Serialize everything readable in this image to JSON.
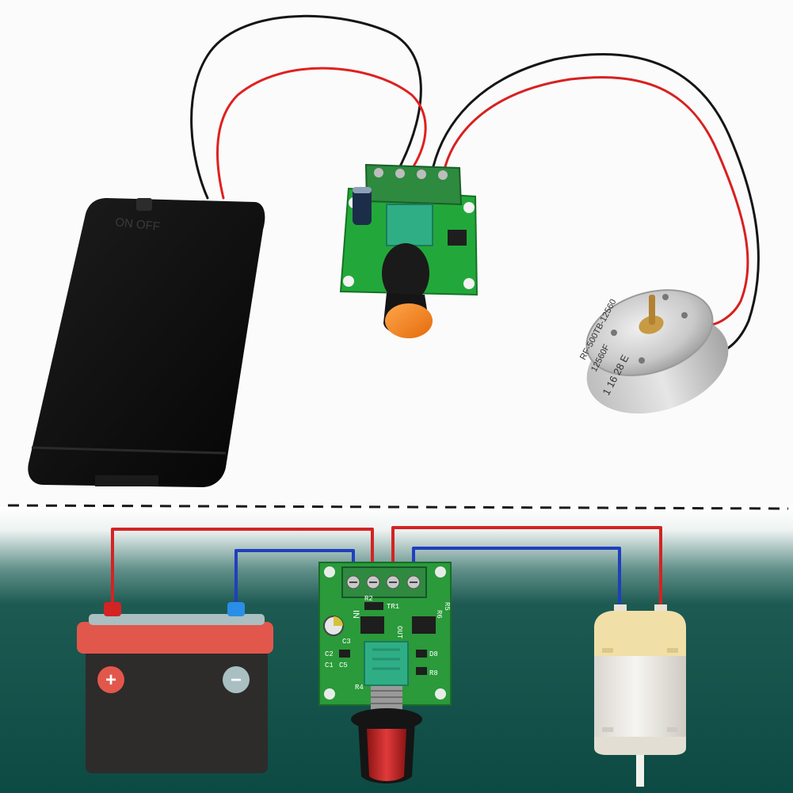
{
  "photo": {
    "battery_case_switch_text": "ON  OFF",
    "motor_label_line1": "RF-500TB-12560",
    "motor_label_line2": "12560F",
    "motor_label_line3": "1 16 28 E"
  },
  "diagram": {
    "battery_plus_symbol": "+",
    "battery_minus_symbol": "−",
    "board_in_label": "IN",
    "board_labels": [
      "R2",
      "TR1",
      "OUT",
      "C3",
      "C5",
      "C1",
      "D8",
      "R6",
      "R8",
      "R5",
      "R4",
      "C2"
    ],
    "colors": {
      "positive_wire": "#d42323",
      "negative_wire": "#1f3fbf",
      "background_top": "#ffffff",
      "background_bottom": "#0c4a43",
      "battery_top": "#e2574c",
      "battery_body": "#2e2b2b",
      "pcb_green": "#2a9a3a",
      "motor_body": "#f0ece4",
      "motor_cap": "#f1dfa8"
    }
  }
}
